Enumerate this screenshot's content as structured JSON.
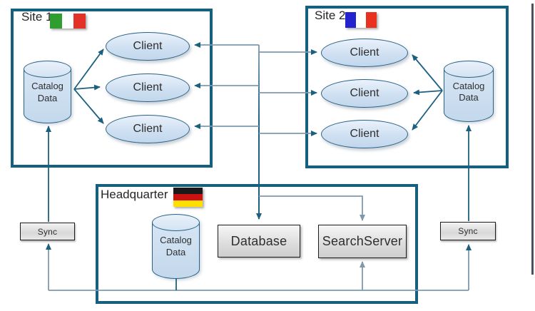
{
  "sites": {
    "site1": {
      "name": "Site 1",
      "flag": "Italy",
      "clients": [
        "Client",
        "Client",
        "Client"
      ],
      "catalog": "Catalog Data"
    },
    "site2": {
      "name": "Site 2",
      "flag": "France",
      "clients": [
        "Client",
        "Client",
        "Client"
      ],
      "catalog": "Catalog Data"
    },
    "headquarter": {
      "name": "Headquarter",
      "flag": "Germany",
      "catalog": "Catalog Data",
      "database": "Database",
      "search_server": "SearchServer"
    }
  },
  "sync": {
    "left": "Sync",
    "right": "Sync"
  },
  "colors": {
    "site_box_border": "#15607e",
    "node_border": "#2a6386",
    "node_fill_light": "#eaf1fb",
    "node_fill_dark": "#c2d7ec",
    "line_teal": "#1c6080",
    "line_steel": "#7e99ad",
    "grey_box_border": "#1c1c1c",
    "italy_flag": [
      "#2f9e2f",
      "#ffffff",
      "#e33128"
    ],
    "france_flag": [
      "#2222cf",
      "#ffffff",
      "#e8321e"
    ],
    "germany_flag": [
      "#1a1a1a",
      "#cc1111",
      "#ffdf00"
    ]
  }
}
